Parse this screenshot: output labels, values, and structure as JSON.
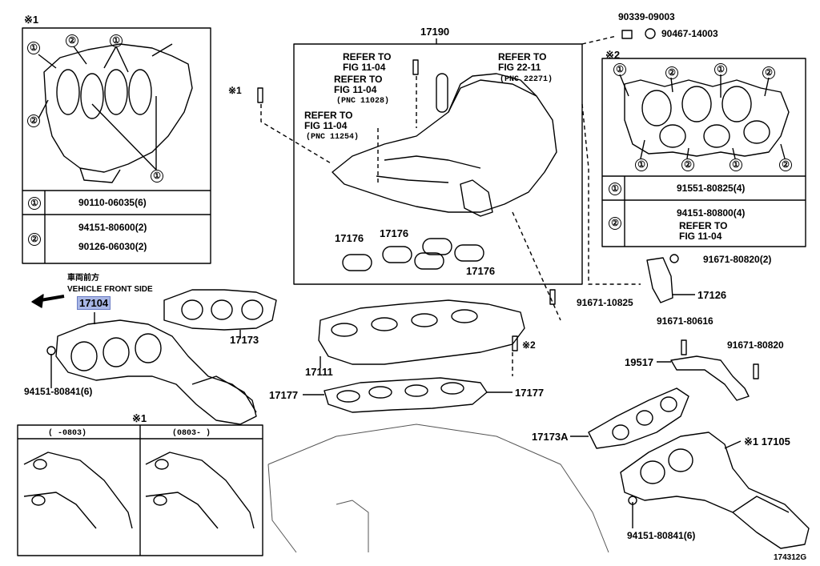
{
  "diagram_id": "174312G",
  "callouts": {
    "c1": "①",
    "c2": "②",
    "note1": "※1",
    "note2": "※2"
  },
  "box1": {
    "note": "※1",
    "row1_part": "90110-06035(6)",
    "row2_part_a": "94151-80600(2)",
    "row2_part_b": "90126-06030(2)"
  },
  "box2": {
    "note": "※2",
    "row1_part": "91551-80825(4)",
    "row2_part_a": "94151-80800(4)",
    "row2_ref_a": "REFER TO",
    "row2_ref_b": "FIG 11-04"
  },
  "main_box": {
    "title": "17190",
    "ref1_a": "REFER TO",
    "ref1_b": "FIG 11-04",
    "ref2_a": "REFER TO",
    "ref2_b": "FIG 11-04",
    "ref2_c": "(PNC 11028)",
    "ref3_a": "REFER TO",
    "ref3_b": "FIG 22-11",
    "ref3_c": "(PNC 22271)",
    "ref4_a": "REFER TO",
    "ref4_b": "FIG 11-04",
    "ref4_c": "(PNC 11254)",
    "gasket_left": "17176",
    "gasket_mid": "17176",
    "gasket_bottom": "17176"
  },
  "parts": {
    "p90339": "90339-09003",
    "p90467": "90467-14003",
    "p91671_80820_a": "91671-80820(2)",
    "p17126": "17126",
    "p91671_10825": "91671-10825",
    "p91671_80616": "91671-80616",
    "p91671_80820_b": "91671-80820",
    "p19517": "19517",
    "p17104": "17104",
    "p17173": "17173",
    "p94151_left": "94151-80841(6)",
    "p17111": "17111",
    "p17177_left": "17177",
    "p17177_right": "17177",
    "p17173A": "17173A",
    "p17105": "※1 17105",
    "p94151_right": "94151-80841(6)",
    "note2_bolt": "※2"
  },
  "front": {
    "jp": "車両前方",
    "en": "VEHICLE FRONT SIDE"
  },
  "inset": {
    "note": "※1",
    "col1": "(    -0803)",
    "col2": "(0803-     )"
  },
  "colors": {
    "highlight": "#a9b7e6",
    "line": "#000000"
  }
}
